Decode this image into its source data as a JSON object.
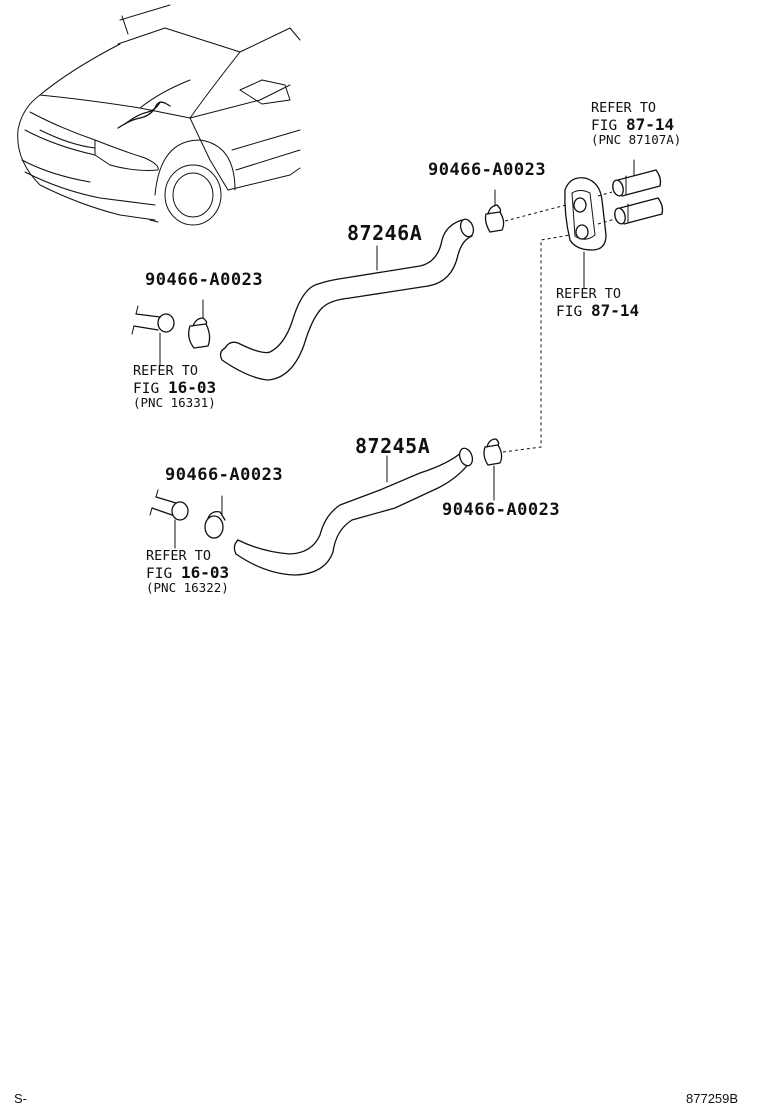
{
  "parts": {
    "hose_upper": "87246A",
    "hose_lower": "87245A",
    "clamp_upper_right": "90466-A0023",
    "clamp_upper_left": "90466-A0023",
    "clamp_lower_left": "90466-A0023",
    "clamp_lower_right": "90466-A0023"
  },
  "refs": {
    "top_right": {
      "refer": "REFER TO",
      "fig_prefix": "FIG",
      "fig_num": "87-14",
      "pnc": "(PNC 87107A)"
    },
    "mid_right": {
      "refer": "REFER TO",
      "fig_prefix": "FIG",
      "fig_num": "87-14"
    },
    "upper_left": {
      "refer": "REFER TO",
      "fig_prefix": "FIG",
      "fig_num": "16-03",
      "pnc": "(PNC 16331)"
    },
    "lower_left": {
      "refer": "REFER TO",
      "fig_prefix": "FIG",
      "fig_num": "16-03",
      "pnc": "(PNC 16322)"
    }
  },
  "footer": {
    "left": "S-",
    "right": "877259B"
  }
}
